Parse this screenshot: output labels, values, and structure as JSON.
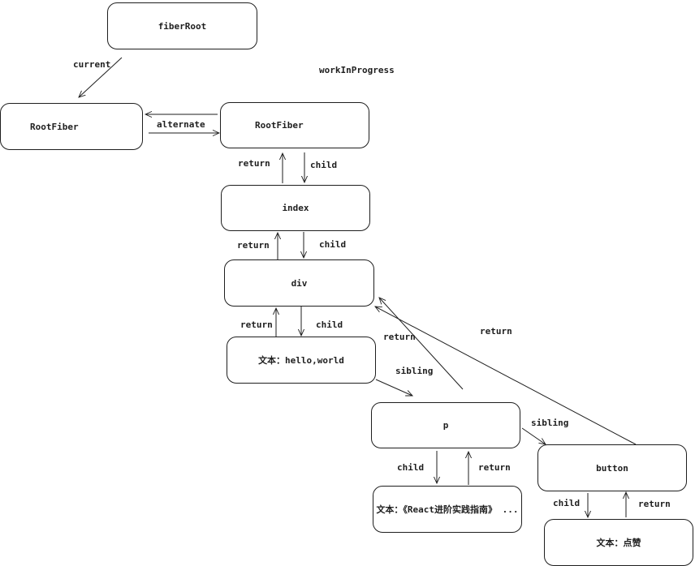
{
  "diagram": {
    "nodes": {
      "fiber_root": "fiberRoot",
      "root_fiber_current": "RootFiber",
      "root_fiber_wip": "RootFiber",
      "index": "index",
      "div": "div",
      "text_hello": "文本：hello,world",
      "p": "p",
      "text_react": "文本：《React进阶实践指南》 ...",
      "button": "button",
      "text_like": "文本：点赞"
    },
    "labels": {
      "current": "current",
      "work_in_progress": "workInProgress",
      "alternate": "alternate",
      "root_return": "return",
      "root_child": "child",
      "index_return": "return",
      "index_child": "child",
      "div_return": "return",
      "div_child": "child",
      "p_to_div_return": "return",
      "button_to_div_return": "return",
      "text_sibling": "sibling",
      "p_sibling": "sibling",
      "p_child": "child",
      "p_return": "return",
      "button_child": "child",
      "button_return": "return"
    },
    "edges": [
      {
        "from": "fiberRoot",
        "to": "RootFiber (current)",
        "label": "current"
      },
      {
        "from": "RootFiber (workInProgress)",
        "to": "RootFiber (current)",
        "label": ""
      },
      {
        "from": "RootFiber (current)",
        "to": "RootFiber (workInProgress)",
        "label": "alternate"
      },
      {
        "from": "RootFiber (workInProgress)",
        "to": "index",
        "label": "child"
      },
      {
        "from": "index",
        "to": "RootFiber (workInProgress)",
        "label": "return"
      },
      {
        "from": "index",
        "to": "div",
        "label": "child"
      },
      {
        "from": "div",
        "to": "index",
        "label": "return"
      },
      {
        "from": "div",
        "to": "文本：hello,world",
        "label": "child"
      },
      {
        "from": "文本：hello,world",
        "to": "div",
        "label": "return"
      },
      {
        "from": "文本：hello,world",
        "to": "p",
        "label": "sibling"
      },
      {
        "from": "p",
        "to": "div",
        "label": "return"
      },
      {
        "from": "p",
        "to": "button",
        "label": "sibling"
      },
      {
        "from": "button",
        "to": "div",
        "label": "return"
      },
      {
        "from": "p",
        "to": "文本：《React进阶实践指南》 ...",
        "label": "child"
      },
      {
        "from": "文本：《React进阶实践指南》 ...",
        "to": "p",
        "label": "return"
      },
      {
        "from": "button",
        "to": "文本：点赞",
        "label": "child"
      },
      {
        "from": "文本：点赞",
        "to": "button",
        "label": "return"
      }
    ]
  }
}
